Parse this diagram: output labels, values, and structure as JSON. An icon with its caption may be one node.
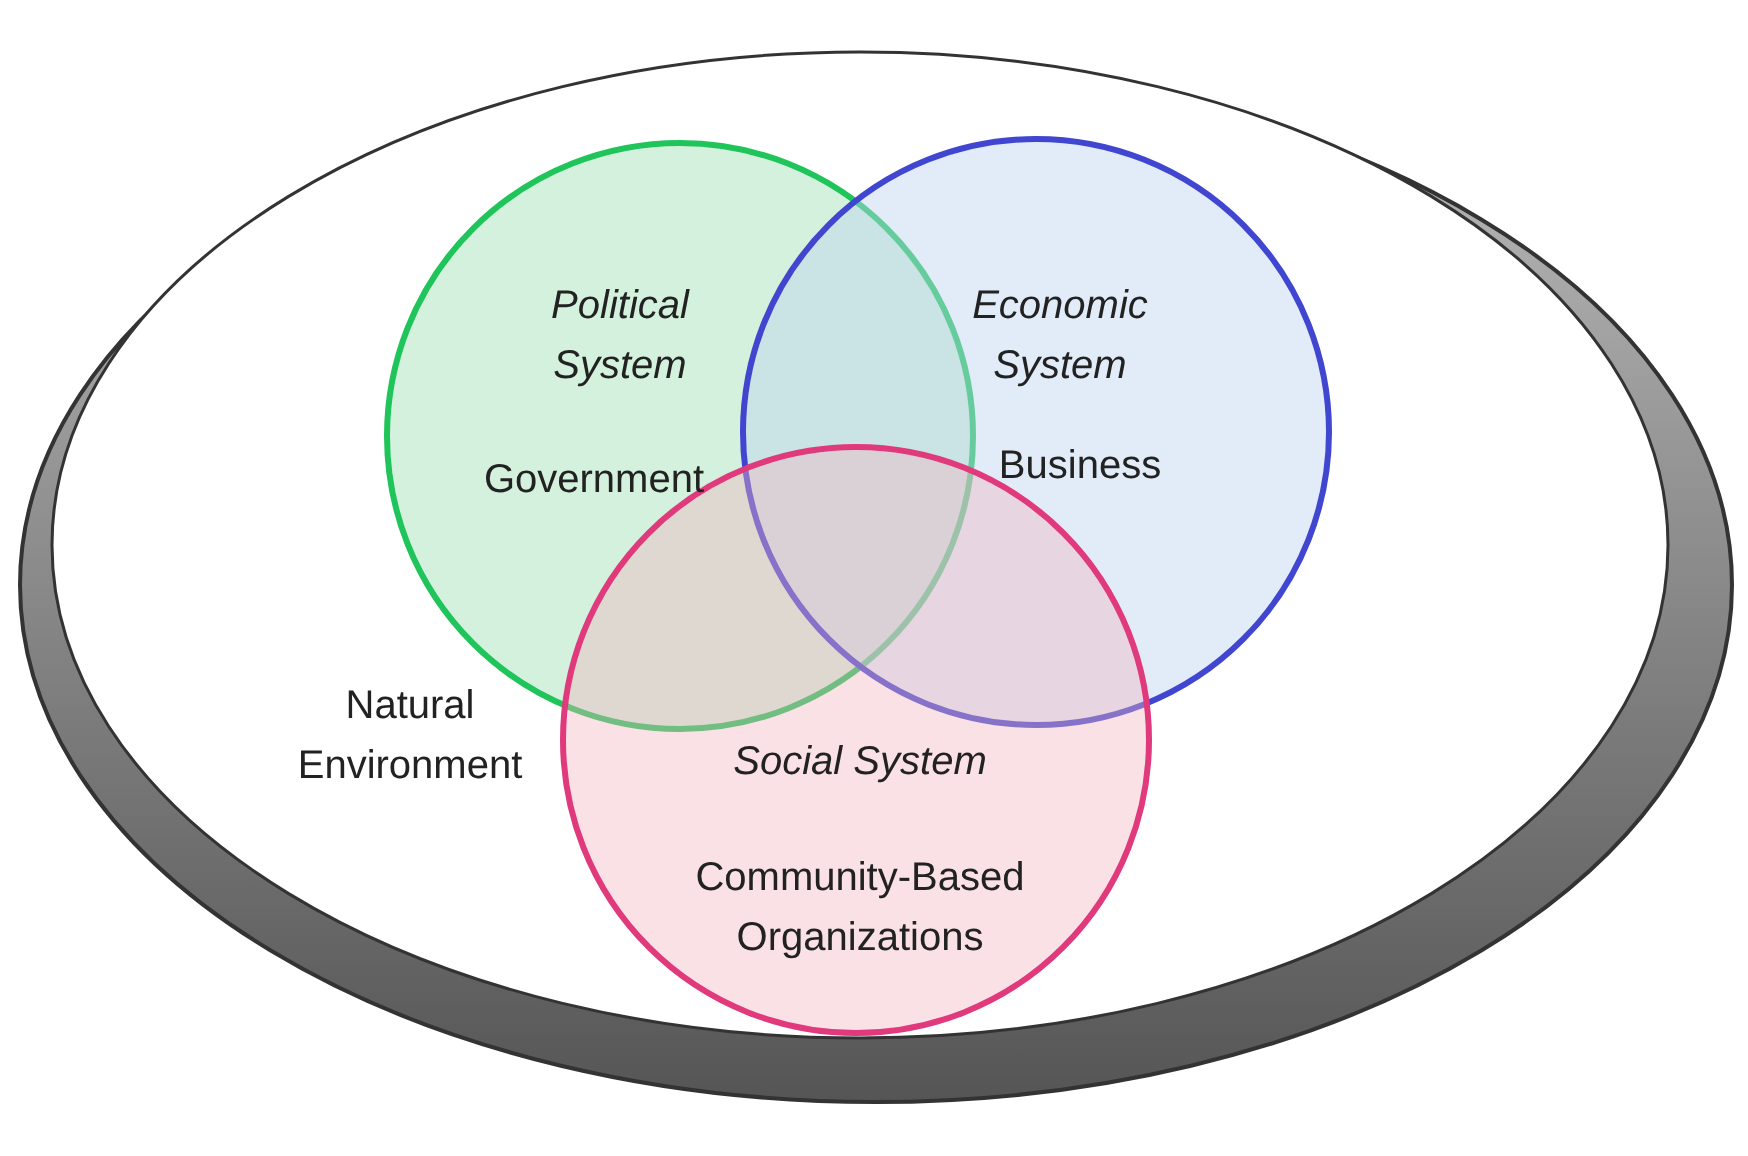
{
  "diagram": {
    "nodes": [
      {
        "text": [
          "Natural Environment"
        ]
      },
      {
        "text": [
          "Political System",
          "Government"
        ],
        "in": 0
      },
      {
        "text": [
          "Economic System",
          "Business"
        ],
        "in": 0
      },
      {
        "text": [
          "Social System",
          "Community-Based Organizations"
        ],
        "in": 0
      }
    ],
    "edges": []
  }
}
